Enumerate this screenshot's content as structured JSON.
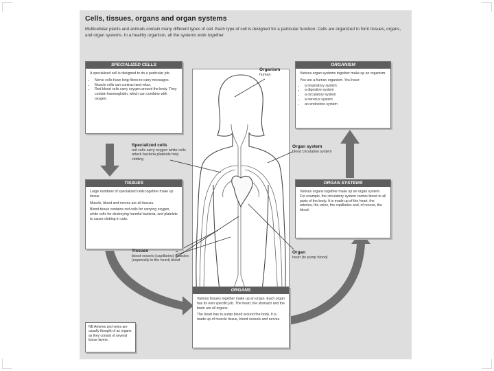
{
  "page": {
    "title": "Cells, tissues, organs and organ systems",
    "intro": "Multicellular plants and animals contain many different types of cell. Each type of cell is designed for a particular function. Cells are organized to form tissues, organs, and organ systems. In a healthy organism, all the systems work together."
  },
  "boxes": {
    "specialized": {
      "heading": "SPECIALIZED CELLS",
      "intro": "A specialized cell is designed to do a particular job.",
      "items": [
        "Nerve cells have long fibres to carry messages.",
        "Muscle cells can contract and relax.",
        "Red blood cells carry oxygen around the body. They contain haemoglobin, which can combine with oxygen."
      ]
    },
    "tissues": {
      "heading": "TISSUES",
      "p1": "Large numbers of specialized cells together make up tissue.",
      "p2": "Muscle, blood and nerves are all tissues.",
      "p3": "Blood tissue contains red cells for carrying oxygen, white cells for destroying harmful bacteria, and platelets to cause clotting in cuts."
    },
    "organism": {
      "heading": "ORGANISM",
      "p1": "Various organ systems together make up an organism.",
      "p2": "You are a human organism. You have:",
      "items": [
        "a respiratory system",
        "a digestive system",
        "a circulatory system",
        "a nervous system",
        "an endocrine system"
      ]
    },
    "organ_systems": {
      "heading": "ORGAN SYSTEMS",
      "p1": "Various organs together make up an organ system. For example, the circulatory system carries blood to all parts of the body. It is made up of the heart, the arteries, the veins, the capillaries and, of course, the blood."
    },
    "organs": {
      "heading": "ORGANS",
      "p1": "Various tissues together make up an organ. Each organ has its own specific job. The heart, the stomach and the brain are all organs.",
      "p2": "The heart has to pump blood around the body. It is made up of muscle tissue, blood vessels and nerves."
    },
    "nb": {
      "text": "NB Arteries and veins are usually thought of as organs as they consist of several tissue layers."
    }
  },
  "labels": {
    "organism": {
      "title": "Organism",
      "sub": "human"
    },
    "specialized": {
      "title": "Specialized cells",
      "sub": "red cells carry oxygen white cells attack bacteria platelets help clotting"
    },
    "organ_system": {
      "title": "Organ system",
      "sub": "blood circulation system"
    },
    "tissues": {
      "title": "Tissues",
      "sub": "blood vessels (capillaries) muscles (especially in the heart) blood"
    },
    "organ": {
      "title": "Organ",
      "sub": "heart (to pump blood)"
    }
  },
  "colors": {
    "page_bg": "#dedede",
    "box_header": "#5d5d5d",
    "arrow": "#6e6e6e"
  }
}
